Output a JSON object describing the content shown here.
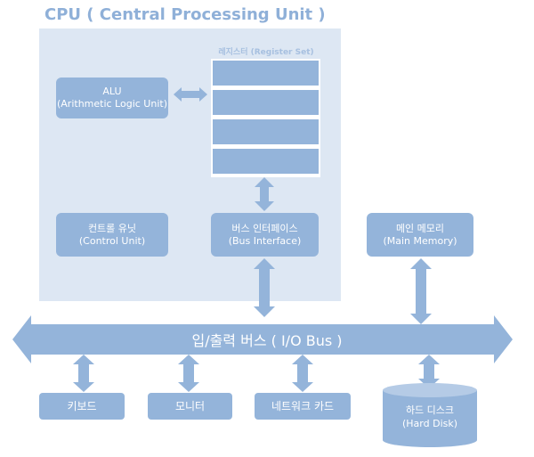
{
  "cpu": {
    "title": "CPU ( Central Processing Unit )",
    "alu": {
      "name": "ALU",
      "desc": "(Arithmetic Logic Unit)"
    },
    "register_set": {
      "title": "레지스터 (Register Set)"
    },
    "control_unit": {
      "name": "컨트롤 유닛",
      "desc": "(Control Unit)"
    },
    "bus_interface": {
      "name": "버스 인터페이스",
      "desc": "(Bus Interface)"
    }
  },
  "main_memory": {
    "name": "메인 메모리",
    "desc": "(Main Memory)"
  },
  "io_bus": {
    "label": "입/출력 버스 ( I/O Bus )"
  },
  "devices": {
    "keyboard": "키보드",
    "monitor": "모니터",
    "network_card": "네트워크 카드",
    "hard_disk": {
      "name": "하드 디스크",
      "desc": "(Hard Disk)"
    }
  },
  "colors": {
    "box": "#94b4da",
    "panel": "#dde7f3",
    "title": "#8fb0d8"
  }
}
